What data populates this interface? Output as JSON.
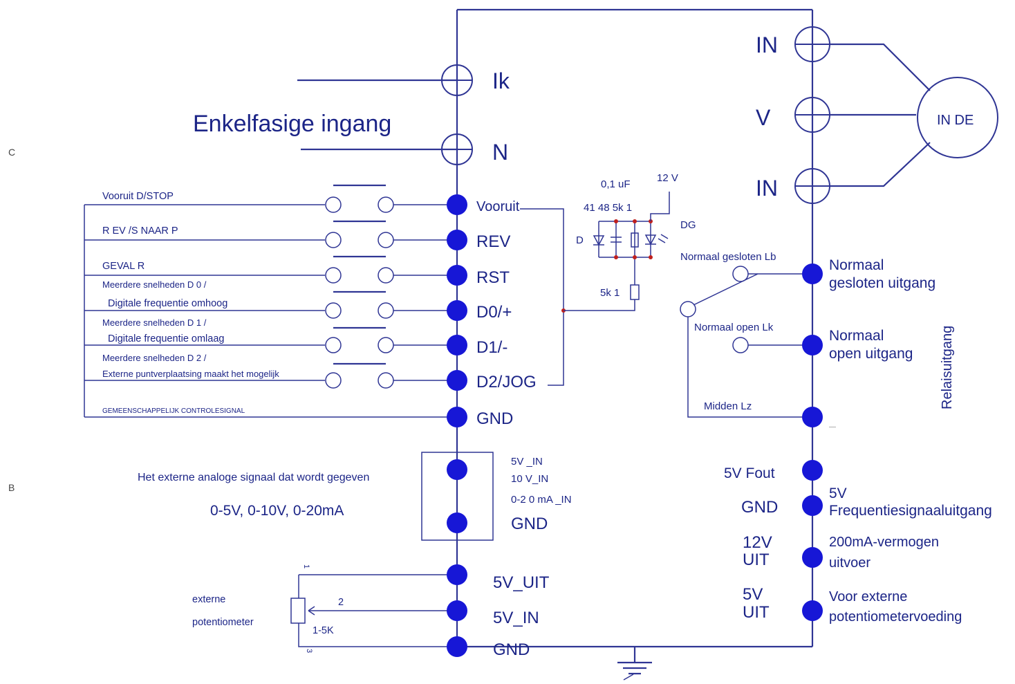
{
  "side_markers": [
    "C",
    "B"
  ],
  "power": {
    "input_title": "Enkelfasige  ingang",
    "terminals": [
      "Ik",
      "N"
    ]
  },
  "motor": {
    "phases": [
      "IN",
      "V",
      "IN"
    ],
    "label": "IN  DE"
  },
  "control_inputs": [
    {
      "wire_label": "Vooruit  D/STOP",
      "terminal": "Vooruit"
    },
    {
      "wire_label": "R  EV /S  NAAR  P",
      "terminal": "REV"
    },
    {
      "wire_label": "GEVAL  R",
      "terminal": "RST"
    },
    {
      "wire_label": "Meerdere  snelheden  D  0 /",
      "wire_label_2": "Digitale  frequentie  omhoog",
      "terminal": "D0/+"
    },
    {
      "wire_label": "Meerdere  snelheden  D  1 /",
      "wire_label_2": "Digitale  frequentie  omlaag",
      "terminal": "D1/-"
    },
    {
      "wire_label": "Meerdere  snelheden  D  2 /",
      "wire_label_2": "Externe puntverplaatsing maakt het mogelijk",
      "terminal": "D2/JOG"
    }
  ],
  "common": {
    "wire_label": "GEMEENSCHAPPELIJK CONTROLESIGNAL",
    "terminal": "GND"
  },
  "optocoupler": {
    "cap_label": "0,1  uF",
    "supply_label": "12  V",
    "values_row": "41  48   5k  1",
    "diode_label": "D",
    "opto_label": "DG",
    "resistor_label": "5k  1"
  },
  "analog": {
    "description": "Het  externe  analoge  signaal  dat  wordt  gegeven",
    "ranges": "0-5V,  0-10V,  0-20mA",
    "in_labels": [
      "5V  _IN",
      "10  V_IN",
      "0-2  0  mA  _IN"
    ],
    "gnd_label": "GND"
  },
  "potentiometer": {
    "label_line1": "externe",
    "label_line2": "potentiometer",
    "pin1": "1",
    "pin2": "2",
    "pin3": "3",
    "value": "1-5K",
    "terminals": [
      "5V_UIT",
      "5V_IN",
      "GND"
    ]
  },
  "relay": {
    "nc_label": "Normaal  gesloten  Lb",
    "no_label": "Normaal  open  Lk",
    "mid_label": "Midden  Lz",
    "nc_output": [
      "Normaal",
      "gesloten  uitgang"
    ],
    "no_output": [
      "Normaal",
      "open  uitgang"
    ],
    "mid_output": "—",
    "section_title": "Relaisuitgang"
  },
  "right_terminals": {
    "fault": "5V  Fout",
    "gnd": "GND",
    "v12": [
      "12V",
      "UIT"
    ],
    "v5": [
      "5V",
      "UIT"
    ],
    "freq_desc": [
      "5V",
      "Frequentiesignaaluitgang"
    ],
    "power_desc": [
      "200mA-vermogen",
      "uitvoer"
    ],
    "pot_desc": [
      "Voor externe",
      "potentiometervoeding"
    ]
  }
}
